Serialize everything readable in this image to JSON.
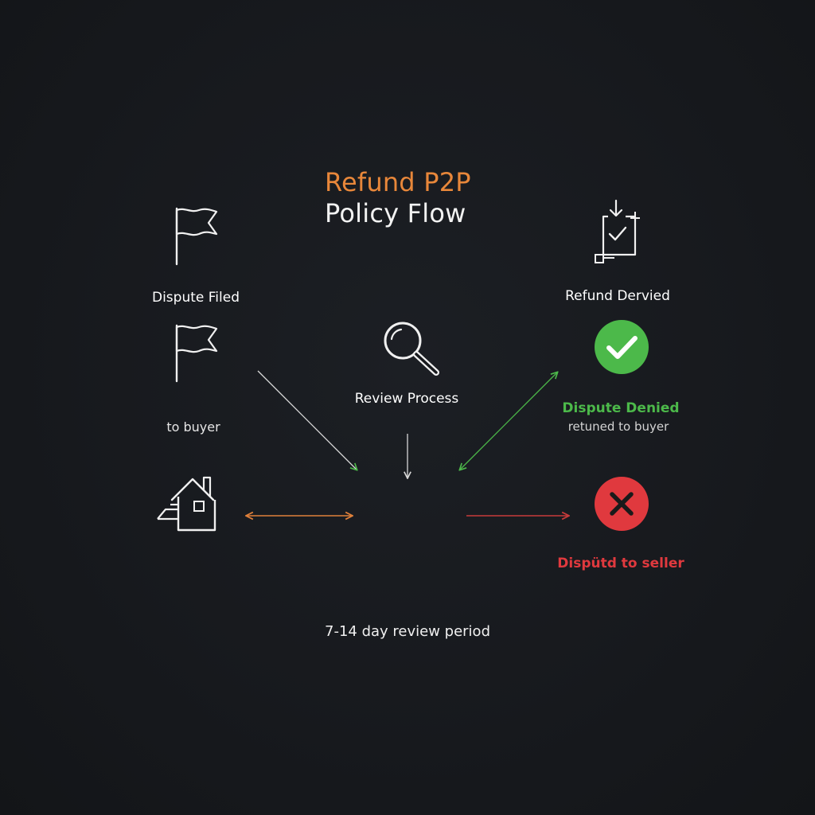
{
  "title": {
    "line1": "Refund P2P",
    "line2": "Policy Flow"
  },
  "nodes": {
    "dispute_filed": "Dispute Filed",
    "to_buyer": "to buyer",
    "review_process": "Review Process",
    "refund_denied": "Refund Dervied",
    "dispute_denied": "Dispute Denied",
    "returned_to_buyer": "retuned to buyer",
    "disputed_to_seller": "Dispütd to seller"
  },
  "footer": {
    "note": "7-14 day review period"
  },
  "icons": {
    "flag_top": "flag-icon",
    "flag_mid": "flag-icon",
    "house": "house-icon",
    "magnifier": "magnifier-icon",
    "document_check": "document-check-icon",
    "approved": "check-circle-icon",
    "rejected": "x-circle-icon"
  },
  "colors": {
    "background": "#16181c",
    "title_accent": "#e8873a",
    "text": "#ffffff",
    "success": "#4cb94a",
    "danger": "#e0393e",
    "arrow_orange": "#e0803a",
    "arrow_green": "#4cb94a",
    "arrow_red": "#c83b3b",
    "arrow_white": "#d8d8d8"
  }
}
